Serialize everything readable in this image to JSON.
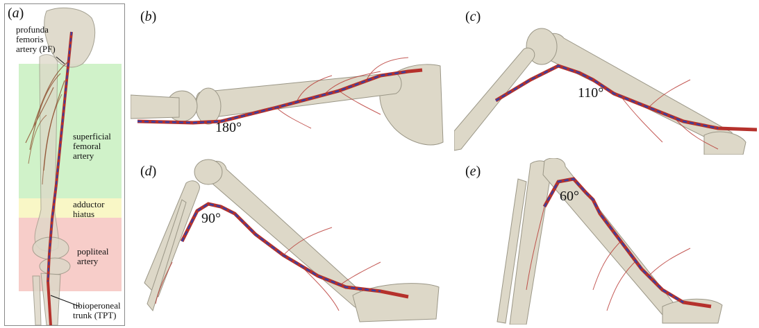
{
  "panels": {
    "a": {
      "letter": "a",
      "labels": {
        "profunda": "profunda femoris artery (PF)",
        "profunda_l1": "profunda",
        "profunda_l2": "femoris",
        "profunda_l3": "artery (PF)",
        "sfa_l1": "superficial",
        "sfa_l2": "femoral",
        "sfa_l3": "artery",
        "hiatus_l1": "adductor",
        "hiatus_l2": "hiatus",
        "popliteal_l1": "popliteal",
        "popliteal_l2": "artery",
        "tpt_l1": "tibioperoneal",
        "tpt_l2": "trunk (TPT)"
      },
      "region_colors": {
        "superficial_femoral": "#c8f0c0",
        "adductor_hiatus": "#f8f6c0",
        "popliteal": "#f6c4c0"
      }
    },
    "b": {
      "letter": "b",
      "angle": "180°"
    },
    "c": {
      "letter": "c",
      "angle": "110°"
    },
    "d": {
      "letter": "d",
      "angle": "90°"
    },
    "e": {
      "letter": "e",
      "angle": "60°"
    }
  },
  "colors": {
    "bone": "#ddd8c8",
    "bone_edge": "#9a9686",
    "artery": "#b5312c",
    "centerline": "#3b3fa0"
  }
}
